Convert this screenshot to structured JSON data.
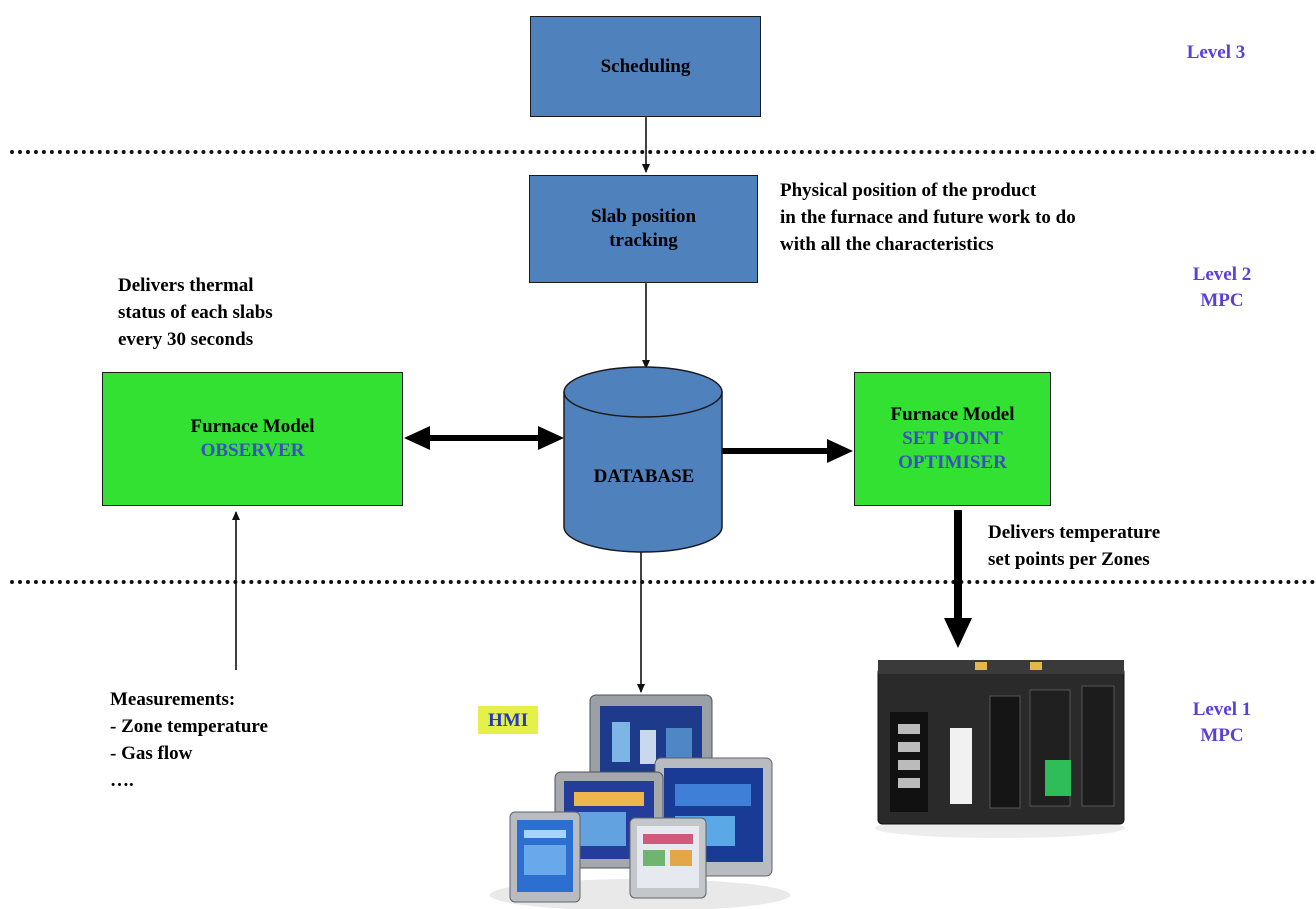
{
  "levels": {
    "level3": [
      "Level  3"
    ],
    "level2": [
      "Level 2",
      "MPC"
    ],
    "level1": [
      "Level 1",
      "MPC"
    ]
  },
  "blocks": {
    "scheduling": "Scheduling",
    "slab_tracking": [
      "Slab position",
      "tracking"
    ],
    "database": "DATABASE",
    "observer": {
      "title": "Furnace Model",
      "subtitle": "OBSERVER"
    },
    "optimiser": {
      "title": "Furnace Model",
      "subtitle_lines": [
        "SET POINT",
        "OPTIMISER"
      ]
    }
  },
  "notes": {
    "physical_position": "Physical position of the product\nin the furnace and future work to do\nwith all the characteristics",
    "thermal_status": "Delivers thermal\nstatus of each slabs\nevery 30 seconds",
    "temperature_setpoints": "Delivers temperature\nset points per Zones",
    "measurements": "Measurements:\n- Zone temperature\n- Gas flow\n…."
  },
  "hmi_label": "HMI",
  "colors": {
    "blue_block": "#4f81bd",
    "green_block": "#33e133",
    "level_text": "#5a3fd8",
    "accent_text": "#3a4fc4",
    "hmi_tag": "#e6f04a"
  },
  "images": {
    "hmi": "hmi-touch-panels",
    "plc": "plc-controller"
  }
}
